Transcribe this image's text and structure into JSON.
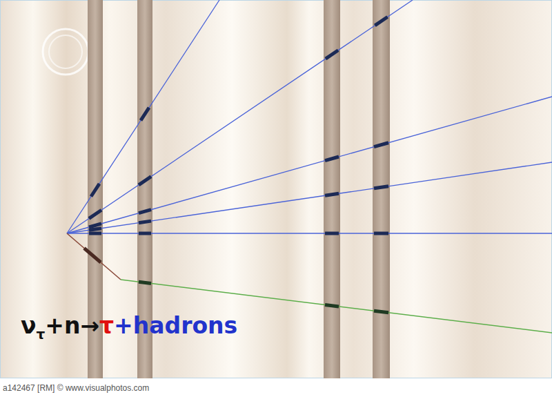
{
  "diagram": {
    "labels": [
      "ν",
      "τ",
      "+n→",
      "τ",
      "+hadrons",
      "a142467 [RM] © www.visualphotos.com"
    ]
  }
}
